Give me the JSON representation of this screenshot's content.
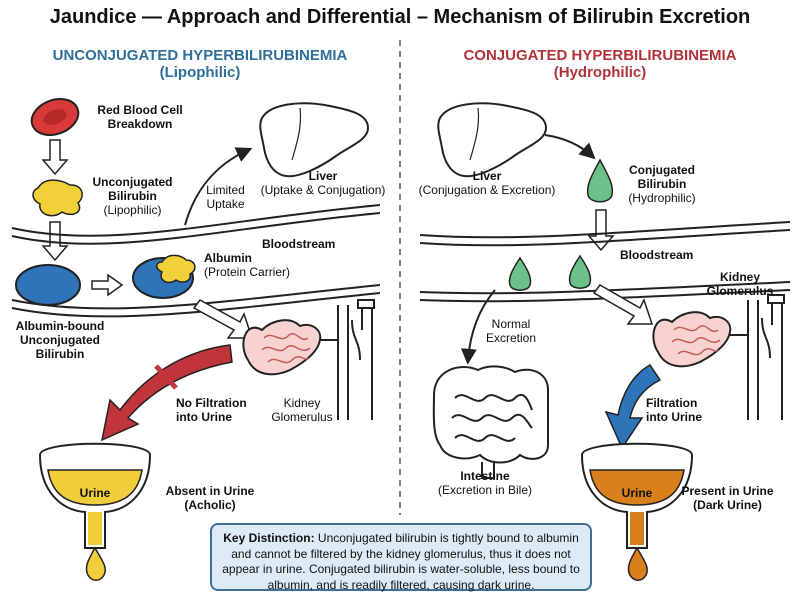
{
  "title": "Jaundice — Approach and Differential – Mechanism of Bilirubin Excretion",
  "left": {
    "heading": "UNCONJUGATED HYPERBILIRUBINEMIA",
    "subheading": "(Lipophilic)",
    "rbc_label_1": "Red Blood Cell",
    "rbc_label_2": "Breakdown",
    "unconj_title_1": "Unconjugated",
    "unconj_title_2": "Bilirubin",
    "unconj_sub": "(Lipophilic)",
    "limited_1": "Limited",
    "limited_2": "Uptake",
    "liver_title": "Liver",
    "liver_sub": "(Uptake & Conjugation)",
    "bloodstream": "Bloodstream",
    "albumin_title": "Albumin",
    "albumin_sub": "(Protein Carrier)",
    "albumin_bound_1": "Albumin-bound",
    "albumin_bound_2": "Unconjugated",
    "albumin_bound_3": "Bilirubin",
    "no_filtration_1": "No Filtration",
    "no_filtration_2": "into Urine",
    "kidney_1": "Kidney",
    "kidney_2": "Glomerulus",
    "urine": "Urine",
    "absent_1": "Absent in Urine",
    "absent_2": "(Acholic)"
  },
  "right": {
    "heading": "CONJUGATED HYPERBILIRUBINEMIA",
    "subheading": "(Hydrophilic)",
    "liver_title": "Liver",
    "liver_sub": "(Conjugation & Excretion)",
    "conj_title_1": "Conjugated",
    "conj_title_2": "Bilirubin",
    "conj_sub": "(Hydrophilic)",
    "bloodstream": "Bloodstream",
    "kidney_1": "Kidney",
    "kidney_2": "Glomerulus",
    "normal_1": "Normal",
    "normal_2": "Excretion",
    "filtration_1": "Filtration",
    "filtration_2": "into Urine",
    "intestine_title": "Intestine",
    "intestine_sub": "(Excretion in Bile)",
    "urine": "Urine",
    "present_1": "Present in Urine",
    "present_2": "(Dark Urine)"
  },
  "key": {
    "label": "Key Distinction:",
    "text": "Unconjugated bilirubin is tightly bound to albumin and cannot be filtered by the kidney glomerulus, thus it does not appear in urine. Conjugated bilirubin is water-soluble, less bound to albumin, and is readily filtered, causing dark urine."
  },
  "colors": {
    "blue_heading": "#2f6f9a",
    "red_heading": "#b0323a",
    "rbc": "#d83a3a",
    "unconj_bilirubin": "#f2d03a",
    "albumin": "#2f73b8",
    "conj_bilirubin": "#6cc08a",
    "urine_yellow": "#f0cd3a",
    "urine_dark": "#d9801c",
    "red_arrow": "#c0353b",
    "blue_arrow": "#2f73b8",
    "kidney_pink": "#f2b8b4"
  },
  "icons": [
    "liver-icon",
    "red-blood-cell-icon",
    "bilirubin-blob-icon",
    "albumin-icon",
    "droplet-icon",
    "kidney-icon",
    "bladder-icon",
    "intestine-icon"
  ]
}
